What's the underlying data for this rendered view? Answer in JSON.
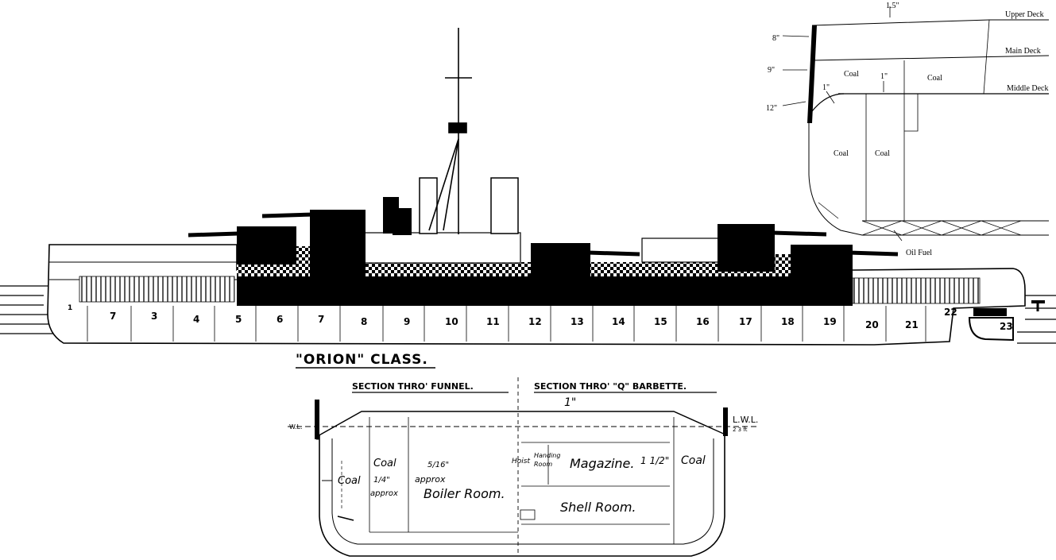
{
  "class_title": "\"ORION\" CLASS.",
  "section_funnel_title": "SECTION THRO' FUNNEL.",
  "section_barbette_title": "SECTION THRO' \"Q\" BARBETTE.",
  "hull_frames": [
    "1",
    "7",
    "3",
    "4",
    "5",
    "6",
    "7",
    "8",
    "9",
    "10",
    "11",
    "12",
    "13",
    "14",
    "15",
    "16",
    "17",
    "18",
    "19",
    "20",
    "21",
    "22",
    "23"
  ],
  "armour_section": {
    "deck_labels": {
      "upper": "Upper Deck",
      "main": "Main Deck",
      "middle": "Middle Deck"
    },
    "top_armor": "1.5\"",
    "belt_thickness": {
      "a": "8\"",
      "b": "9\"",
      "c": "12\""
    },
    "deck_armor_slope": "1\"",
    "deck_armor_flat": "1\"",
    "coal_labels": [
      "Coal",
      "Coal",
      "Coal",
      "Coal"
    ],
    "oil_fuel": "Oil Fuel"
  },
  "cross_section": {
    "lwl_label": "L.W.L.",
    "lwl_sub": "2 3 ft",
    "left_wl": "W.L.",
    "deck_armor": "1\"",
    "coal_left": "Coal",
    "coal_upper": "Coal",
    "quarter_inch": "1/4\"",
    "approx_a": "approx",
    "five_sixteenth": "5/16\"",
    "approx_b": "approx",
    "boiler_room": "Boiler Room.",
    "hoist": "Hoist",
    "handing": "Handing",
    "room": "Room",
    "magazine": "Magazine.",
    "one_half": "1 1/2\"",
    "coal_right": "Coal",
    "shell_room": "Shell Room."
  }
}
